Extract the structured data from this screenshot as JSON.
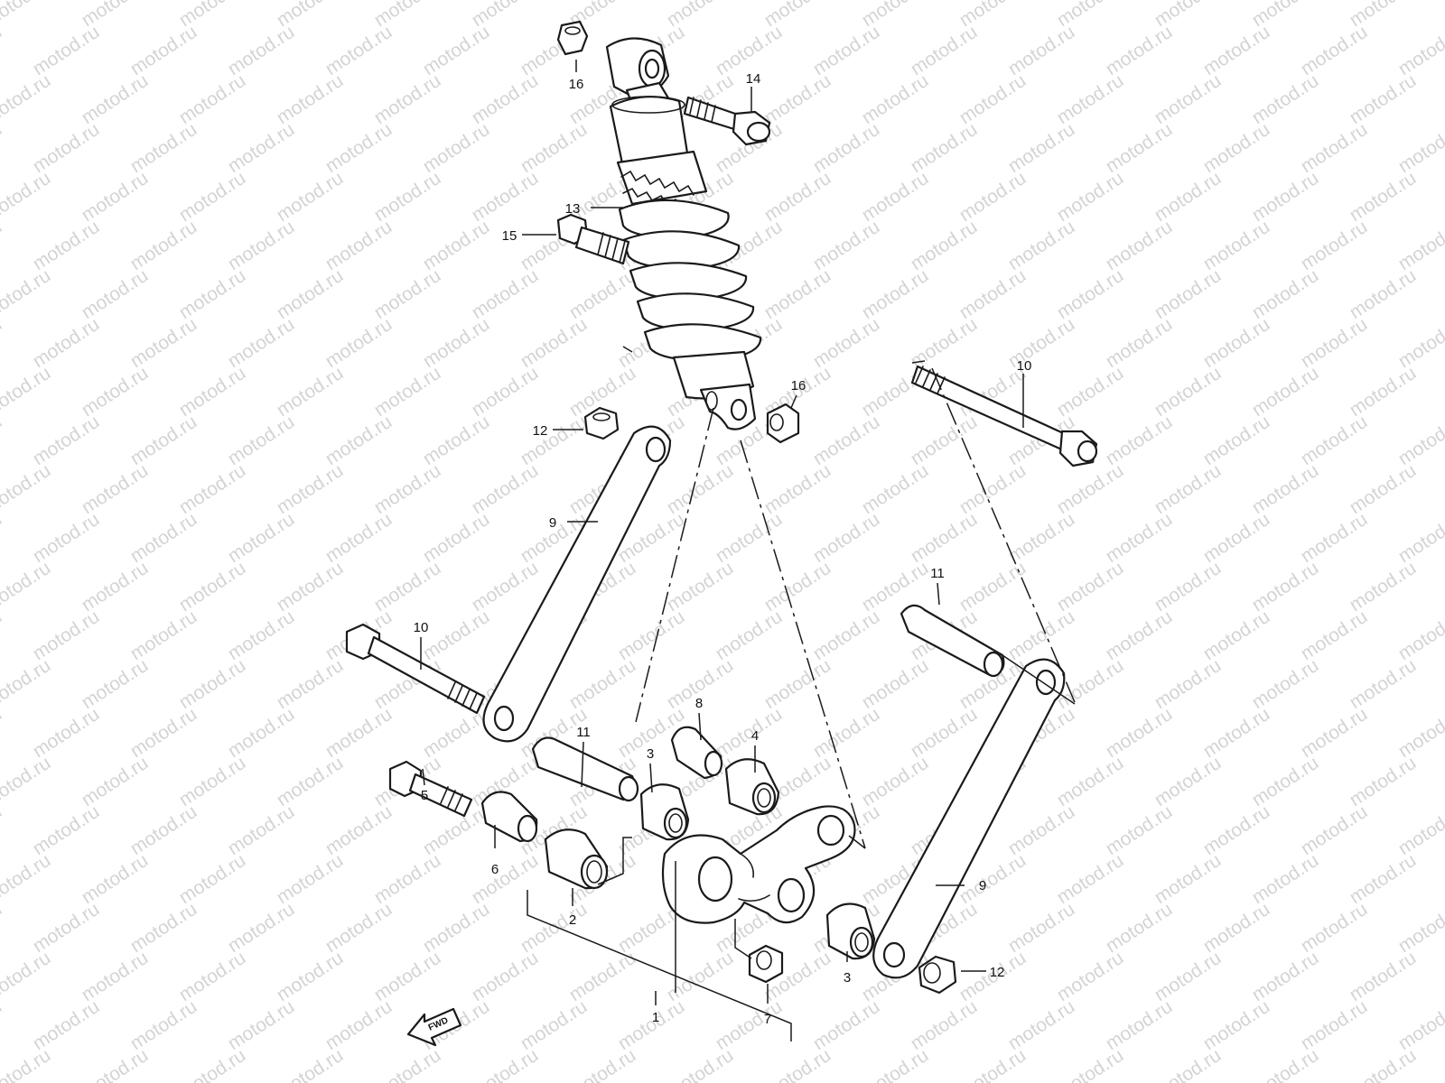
{
  "watermark": "motod.ru",
  "fwd_label": "FWD",
  "callouts": {
    "c16a": "16",
    "c14": "14",
    "c13": "13",
    "c15": "15",
    "c16b": "16",
    "c12a": "12",
    "c10a": "10",
    "c9a": "9",
    "c10b": "10",
    "c11a": "11",
    "c11b": "11",
    "c8": "8",
    "c4": "4",
    "c3a": "3",
    "c5": "5",
    "c6": "6",
    "c2": "2",
    "c9b": "9",
    "c3b": "3",
    "c12b": "12",
    "c7": "7",
    "c1": "1"
  }
}
